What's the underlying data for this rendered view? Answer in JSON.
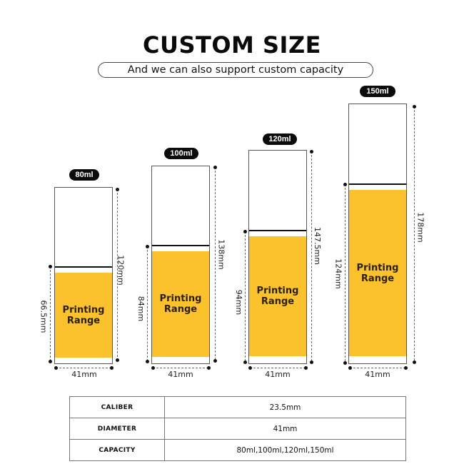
{
  "header": {
    "title": "CUSTOM SIZE",
    "subtitle": "And we can also support custom capacity"
  },
  "bottles": [
    {
      "capacity": "80ml",
      "total_height": "120mm",
      "print_height": "66.5mm",
      "width": "41mm",
      "print_label": "Printing\nRange"
    },
    {
      "capacity": "100ml",
      "total_height": "138mm",
      "print_height": "84mm",
      "width": "41mm",
      "print_label": "Printing\nRange"
    },
    {
      "capacity": "120ml",
      "total_height": "147.5mm",
      "print_height": "94mm",
      "width": "41mm",
      "print_label": "Printing\nRange"
    },
    {
      "capacity": "150ml",
      "total_height": "178mm",
      "print_height": "124mm",
      "width": "41mm",
      "print_label": "Printing\nRange"
    }
  ],
  "spec_table": {
    "rows": [
      {
        "key": "CALIBER",
        "value": "23.5mm"
      },
      {
        "key": "DIAMETER",
        "value": "41mm"
      },
      {
        "key": "CAPACITY",
        "value": "80ml,100ml,120ml,150ml"
      }
    ]
  },
  "colors": {
    "print_area": "#fcc22e",
    "label_pill": "#0b0b0b"
  }
}
